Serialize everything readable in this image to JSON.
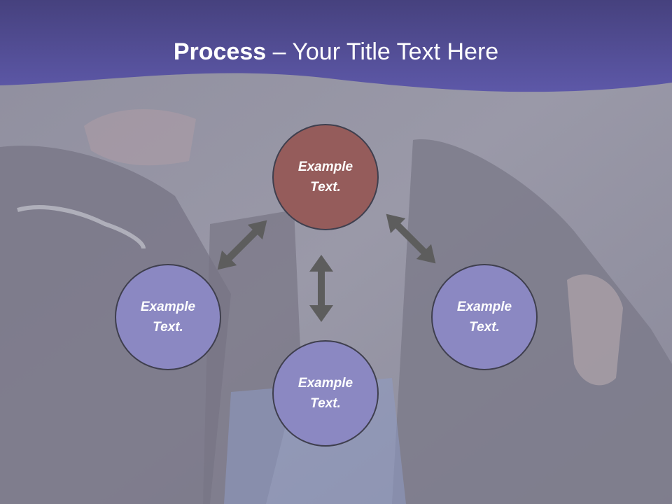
{
  "slide": {
    "title_bold": "Process",
    "title_rest": " – Your Title Text Here"
  },
  "nodes": {
    "top": "Example Text.",
    "left": "Example Text.",
    "right": "Example Text.",
    "bottom": "Example Text."
  },
  "colors": {
    "header": "#5a549c",
    "node_center": "#955c5b",
    "node_outer": "#8b88c2",
    "arrow": "#5d5d5d"
  }
}
